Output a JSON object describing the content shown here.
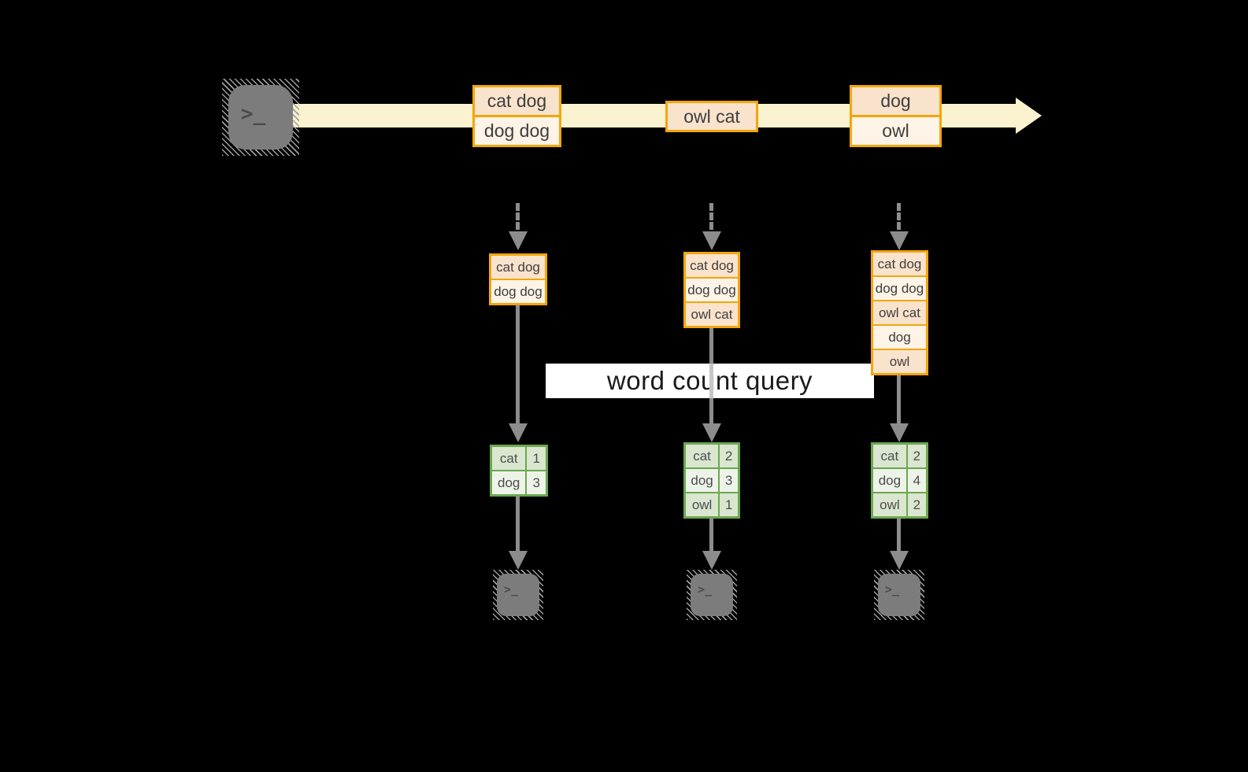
{
  "query_label": "word count query",
  "source": {
    "terminal_glyph": ">_"
  },
  "stream": {
    "events": [
      {
        "lines": [
          "cat dog",
          "dog dog"
        ]
      },
      {
        "lines": [
          "owl cat"
        ]
      },
      {
        "lines": [
          "dog",
          "owl"
        ]
      }
    ]
  },
  "pipelines": [
    {
      "state_rows": [
        "cat dog",
        "dog dog"
      ],
      "counts": [
        {
          "word": "cat",
          "count": "1"
        },
        {
          "word": "dog",
          "count": "3"
        }
      ],
      "terminal_glyph": ">_"
    },
    {
      "state_rows": [
        "cat dog",
        "dog dog",
        "owl cat"
      ],
      "counts": [
        {
          "word": "cat",
          "count": "2"
        },
        {
          "word": "dog",
          "count": "3"
        },
        {
          "word": "owl",
          "count": "1"
        }
      ],
      "terminal_glyph": ">_"
    },
    {
      "state_rows": [
        "cat dog",
        "dog dog",
        "owl cat",
        "dog",
        "owl"
      ],
      "counts": [
        {
          "word": "cat",
          "count": "2"
        },
        {
          "word": "dog",
          "count": "4"
        },
        {
          "word": "owl",
          "count": "2"
        }
      ],
      "terminal_glyph": ">_"
    }
  ],
  "colors": {
    "background": "#000000",
    "stream_fill": "#FBF2CF",
    "box_border_gold": "#F2A60A",
    "cell_peach": "#FAE3CC",
    "cell_cream": "#FDF3E6",
    "table_border_green": "#6AA84F",
    "cell_green_dark": "#DAE6CF",
    "cell_green_light": "#EEF3EA",
    "arrow_gray": "#8C8C8C",
    "terminal_gray": "#7C7C7C",
    "query_band_bg": "#FFFFFF",
    "query_text": "#1B1B1B"
  }
}
